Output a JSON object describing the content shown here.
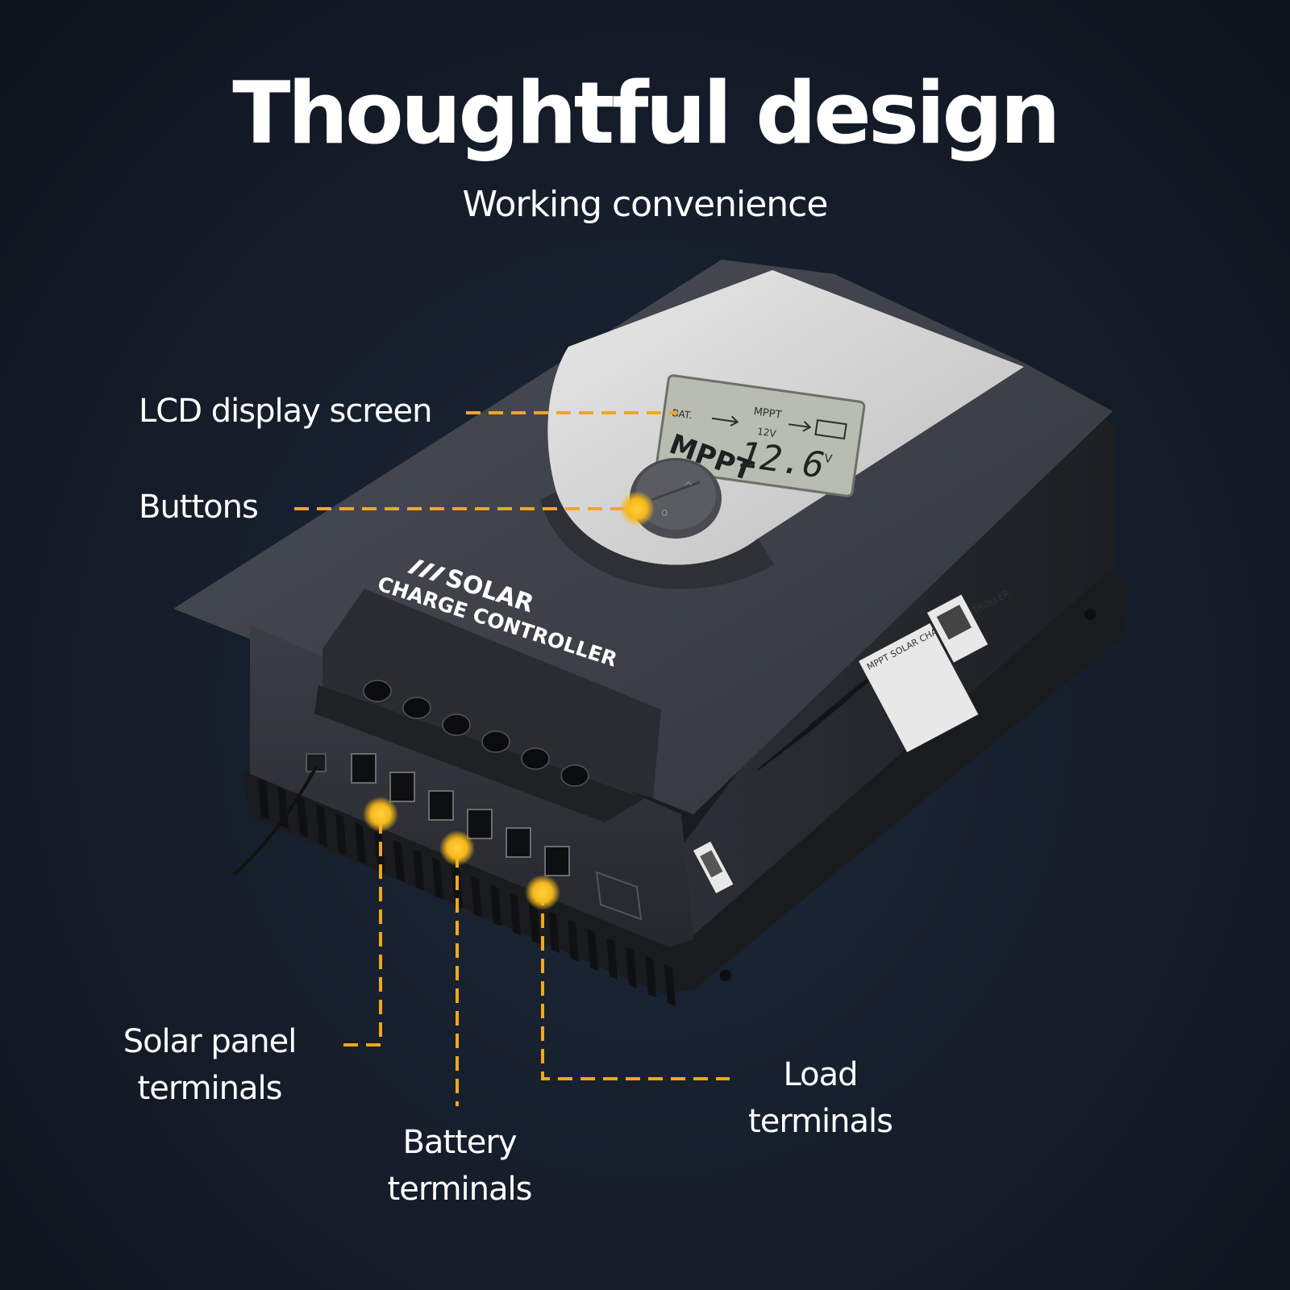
{
  "header": {
    "title": "Thoughtful design",
    "subtitle": "Working convenience"
  },
  "callouts": {
    "lcd": "LCD display screen",
    "buttons": "Buttons",
    "solar_line1": "Solar panel",
    "solar_line2": "terminals",
    "battery_line1": "Battery",
    "battery_line2": "terminals",
    "load_line1": "Load",
    "load_line2": "terminals"
  },
  "device": {
    "brand_line1": "SOLAR",
    "brand_line2": "CHARGE CONTROLLER",
    "model_mark": "MPPT",
    "lcd_mode": "MPPT",
    "lcd_battery_tag": "BAT.",
    "lcd_voltage_small": "12V",
    "lcd_reading": "12.6",
    "lcd_unit": "V",
    "sticker_title": "MPPT SOLAR CHARGE CONTROLLER"
  },
  "colors": {
    "accent": "#f5b81c",
    "callout_line": "#f0a81a",
    "housing": "#3d4047",
    "faceplate": "#d9d9d9",
    "lcd": "#b8bcb0"
  }
}
